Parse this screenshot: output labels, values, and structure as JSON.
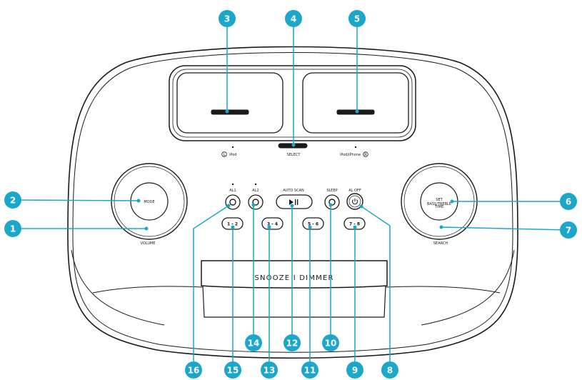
{
  "device": {
    "label_l_ipod": "iPod",
    "label_select": "SELECT",
    "label_r_ipod": "iPod/iPhone",
    "mode": "MODE",
    "volume": "VOLUME",
    "set": "SET",
    "set_sub1": "BASS/TREBLE",
    "set_sub2": "TIME",
    "search": "SEARCH",
    "al1": "AL1",
    "al2": "AL2",
    "auto_scan": "AUTO SCAN",
    "sleep": "SLEEP",
    "al_off": "AL OFF",
    "preset_1": "1 - 2",
    "preset_2": "3 - 4",
    "preset_3": "5 - 6",
    "preset_4": "7 - 8",
    "snooze": "SNOOZE I DIMMER",
    "l_mark": "L",
    "r_mark": "R"
  },
  "callouts": [
    "1",
    "2",
    "3",
    "4",
    "5",
    "6",
    "7",
    "8",
    "9",
    "10",
    "11",
    "12",
    "13",
    "14",
    "15",
    "16"
  ],
  "colors": {
    "accent": "#1aa7c9",
    "body": "#1a1a1a"
  }
}
